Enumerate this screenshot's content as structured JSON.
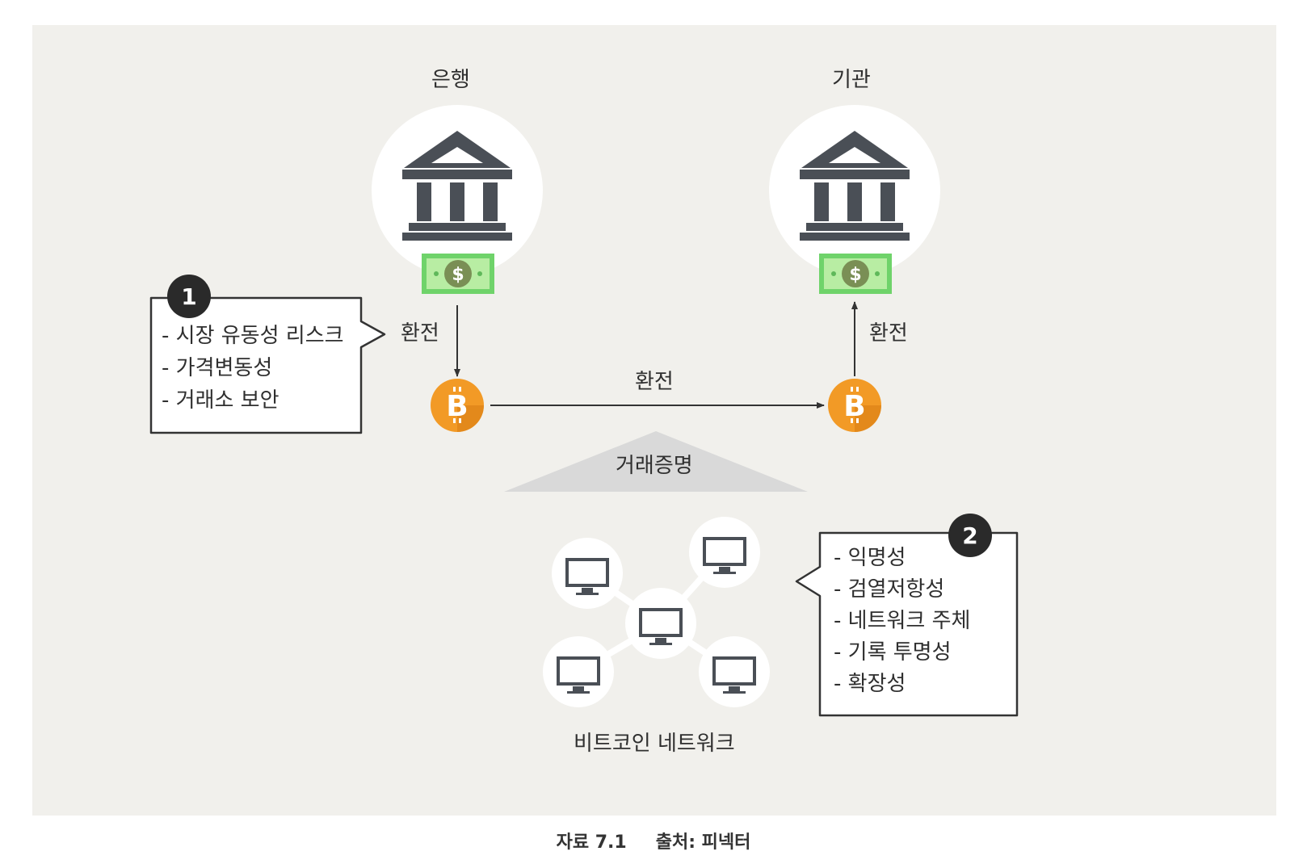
{
  "nodes": {
    "bank_label": "은행",
    "institution_label": "기관",
    "network_label": "비트코인 네트워크",
    "proof_label": "거래증명"
  },
  "edges": {
    "exchange_left": "환전",
    "exchange_middle": "환전",
    "exchange_right": "환전"
  },
  "callout1": {
    "number": "1",
    "items": [
      "- 시장 유동성 리스크",
      "- 가격변동성",
      "- 거래소 보안"
    ]
  },
  "callout2": {
    "number": "2",
    "items": [
      "- 익명성",
      "- 검열저항성",
      "- 네트워크 주체",
      "- 기록 투명성",
      "- 확장성"
    ]
  },
  "caption": {
    "figure": "자료 7.1",
    "source": "출처: 피넥터"
  },
  "icons": {
    "bank": "bank-building-icon",
    "money": "dollar-bill-icon",
    "coin": "bitcoin-icon",
    "computer": "monitor-icon"
  },
  "colors": {
    "background": "#f1f0ec",
    "bank_gray": "#4a4f56",
    "bill_green": "#6fd36a",
    "coin_orange": "#f29a26",
    "triangle": "#d9d9d9",
    "badge": "#2a2a2a"
  }
}
